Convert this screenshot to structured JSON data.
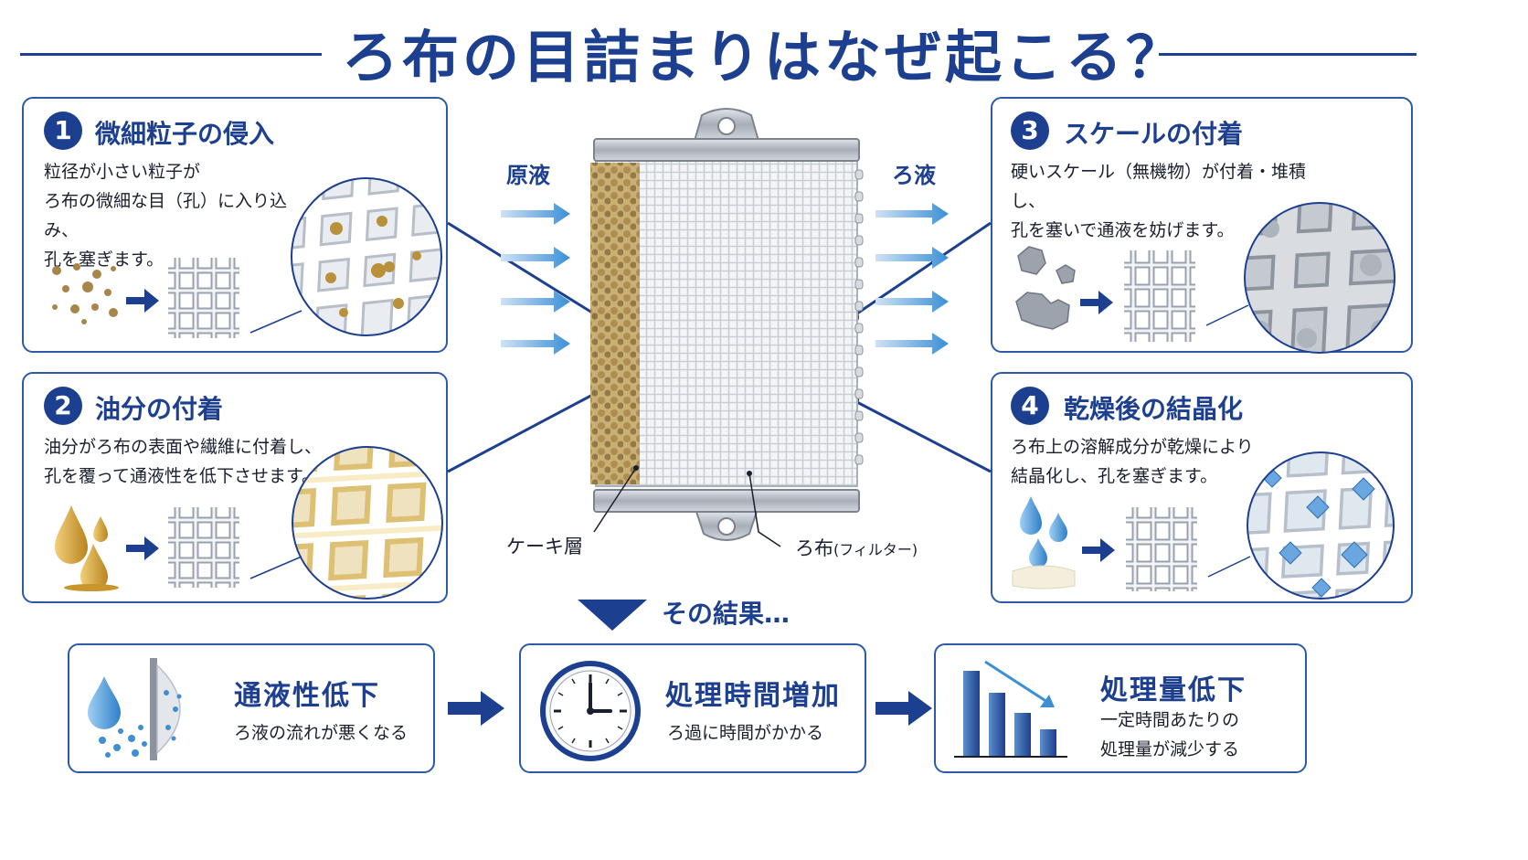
{
  "title": "ろ布の目詰まりはなぜ起こる？",
  "labels": {
    "feed": "原液",
    "filtrate": "ろ液",
    "cake": "ケーキ層",
    "cloth_main": "ろ布",
    "cloth_sub": "(フィルター)"
  },
  "causes": [
    {
      "number": "1",
      "title": "微細粒子の侵入",
      "text": "粒径が小さい粒子が\nろ布の微細な目（孔）に入り込み、\n孔を塞ぎます。"
    },
    {
      "number": "2",
      "title": "油分の付着",
      "text": "油分がろ布の表面や繊維に付着し、\n孔を覆って通液性を低下させます。"
    },
    {
      "number": "3",
      "title": "スケールの付着",
      "text": "硬いスケール（無機物）が付着・堆積し、\n孔を塞いで通液を妨げます。"
    },
    {
      "number": "4",
      "title": "乾燥後の結晶化",
      "text": "ろ布上の溶解成分が乾燥により\n結晶化し、孔を塞ぎます。"
    }
  ],
  "result_heading": "その結果…",
  "results": [
    {
      "title": "通液性低下",
      "text": "ろ液の流れが悪くなる"
    },
    {
      "title": "処理時間増加",
      "text": "ろ過に時間がかかる"
    },
    {
      "title": "処理量低下",
      "text": "一定時間あたりの\n処理量が減少する"
    }
  ],
  "colors": {
    "brand": "#1d3f8f",
    "accent_arrow": "#3b8fd6",
    "cake": "#b89a5a",
    "oil": "#d6a440",
    "crystal": "#6aa6e0"
  }
}
